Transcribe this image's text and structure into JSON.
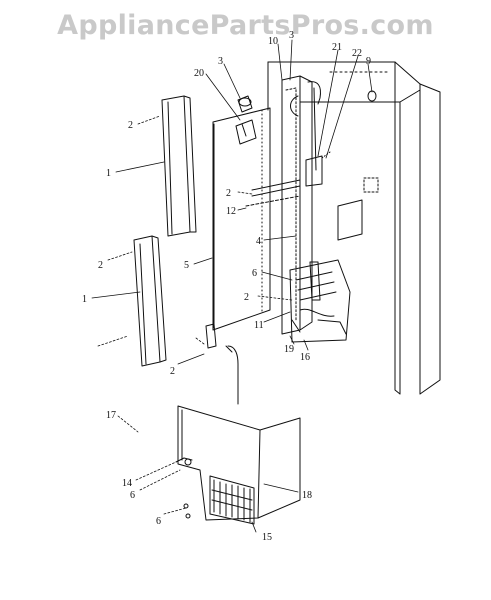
{
  "watermark": "AppliancePartsPros.com",
  "colors": {
    "ink": "#111111",
    "watermark": "#c9c9c9",
    "background": "#ffffff"
  },
  "callouts": [
    "10",
    "3",
    "21",
    "22",
    "9",
    "20",
    "3",
    "2",
    "1",
    "2",
    "12",
    "2",
    "1",
    "5",
    "4",
    "6",
    "2",
    "11",
    "19",
    "16",
    "2",
    "17",
    "14",
    "6",
    "18",
    "6",
    "15"
  ]
}
